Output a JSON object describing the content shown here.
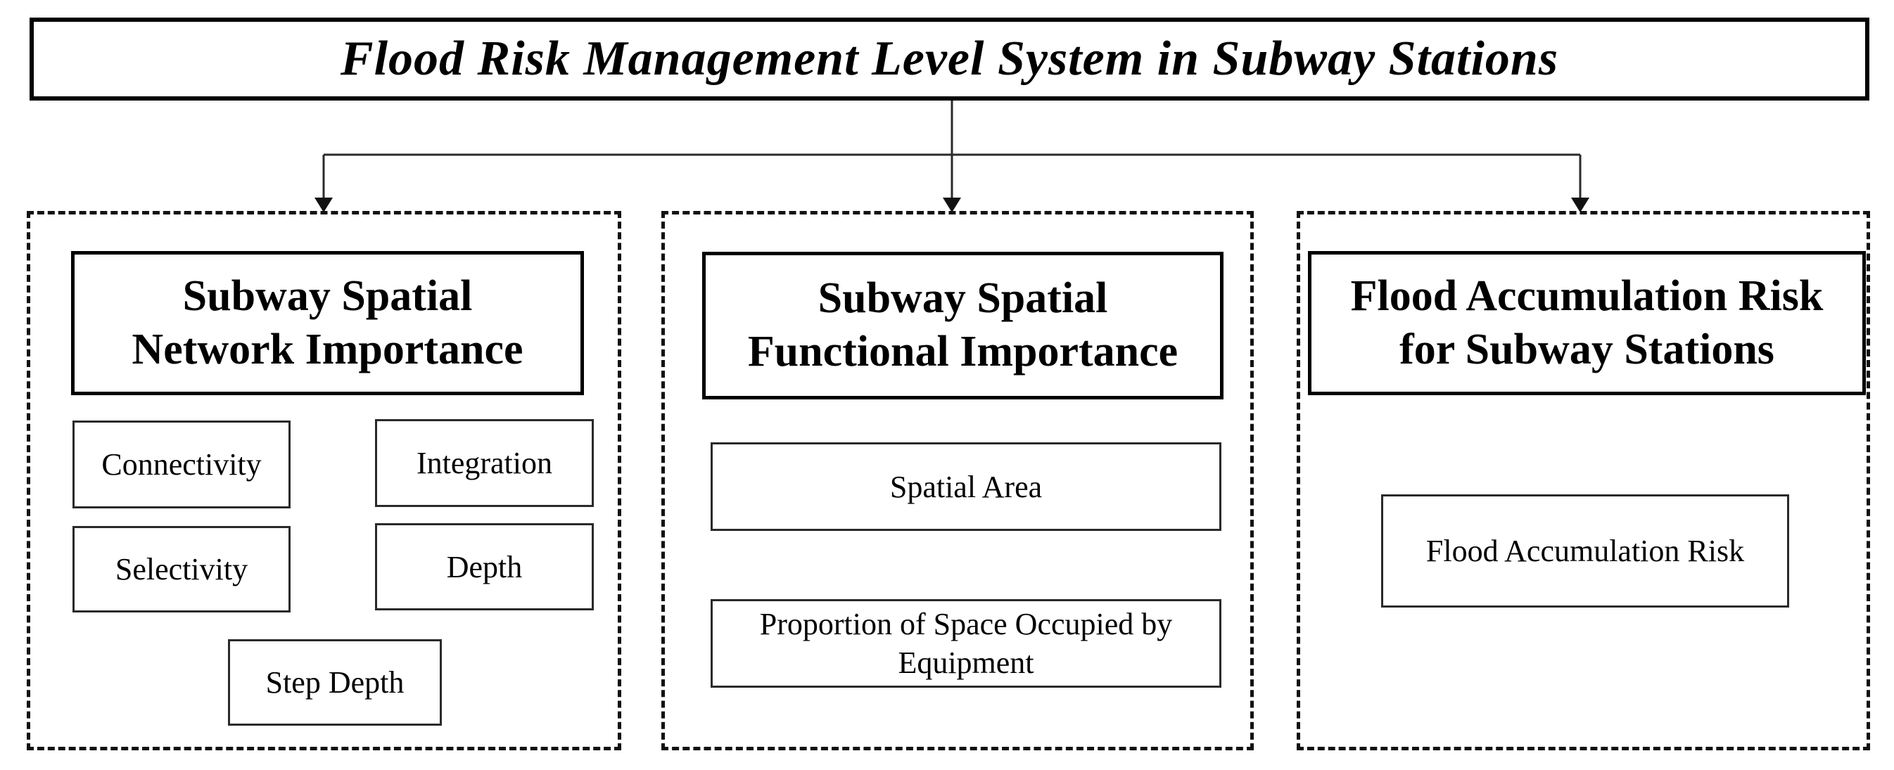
{
  "title": "Flood Risk Management Level System in Subway Stations",
  "colors": {
    "background": "#ffffff",
    "border": "#000000",
    "connector_line": "#2b2b2b",
    "arrowhead": "#111111"
  },
  "panels": [
    {
      "id": "subway-spatial-network-importance",
      "header_lines": [
        "Subway Spatial",
        "Network Importance"
      ],
      "items": [
        {
          "label": "Connectivity"
        },
        {
          "label": "Integration"
        },
        {
          "label": "Selectivity"
        },
        {
          "label": "Depth"
        },
        {
          "label": "Step Depth"
        }
      ]
    },
    {
      "id": "subway-spatial-functional-importance",
      "header_lines": [
        "Subway Spatial",
        "Functional Importance"
      ],
      "items": [
        {
          "label": "Spatial Area"
        },
        {
          "label_lines": [
            "Proportion of Space Occupied by",
            "Equipment"
          ]
        }
      ]
    },
    {
      "id": "flood-accumulation-risk-for-subway-stations",
      "header_lines": [
        "Flood Accumulation Risk",
        "for Subway Stations"
      ],
      "items": [
        {
          "label": "Flood Accumulation Risk"
        }
      ]
    }
  ]
}
